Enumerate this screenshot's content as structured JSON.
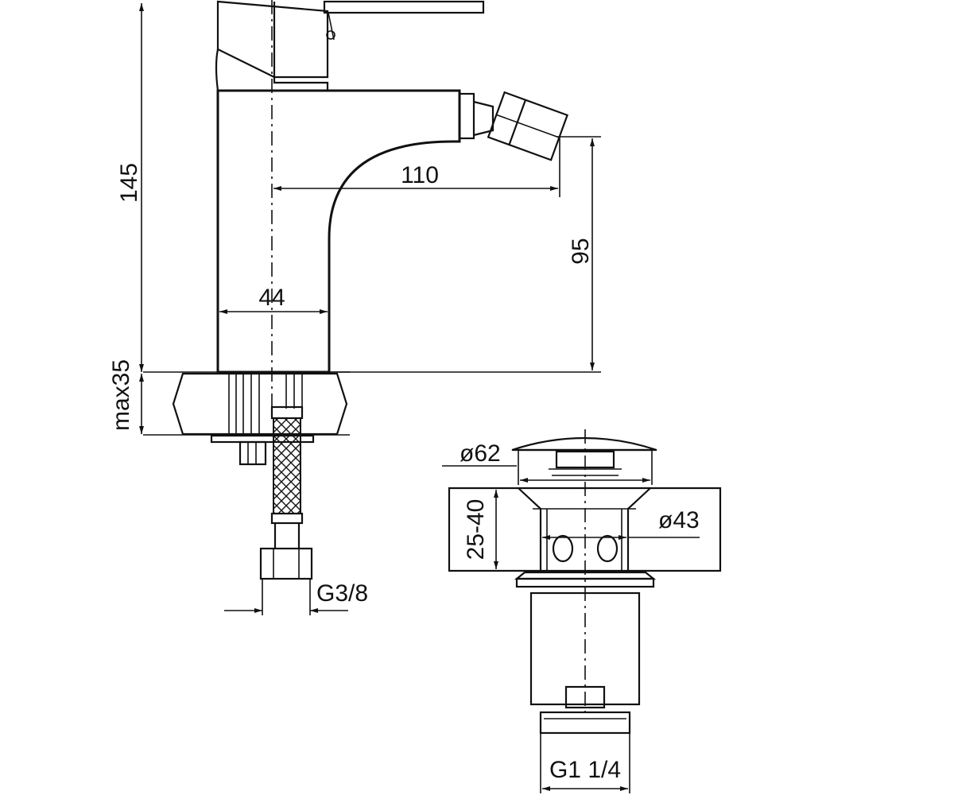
{
  "drawing": {
    "faucet": {
      "dim_height": "145",
      "dim_spout": "110",
      "dim_outlet_height": "95",
      "dim_body": "44",
      "dim_counter": "max35",
      "dim_connector": "G3/8"
    },
    "drain": {
      "dim_cap_diameter": "ø62",
      "dim_range": "25-40",
      "dim_body_diameter": "ø43",
      "dim_thread": "G1 1/4"
    }
  }
}
